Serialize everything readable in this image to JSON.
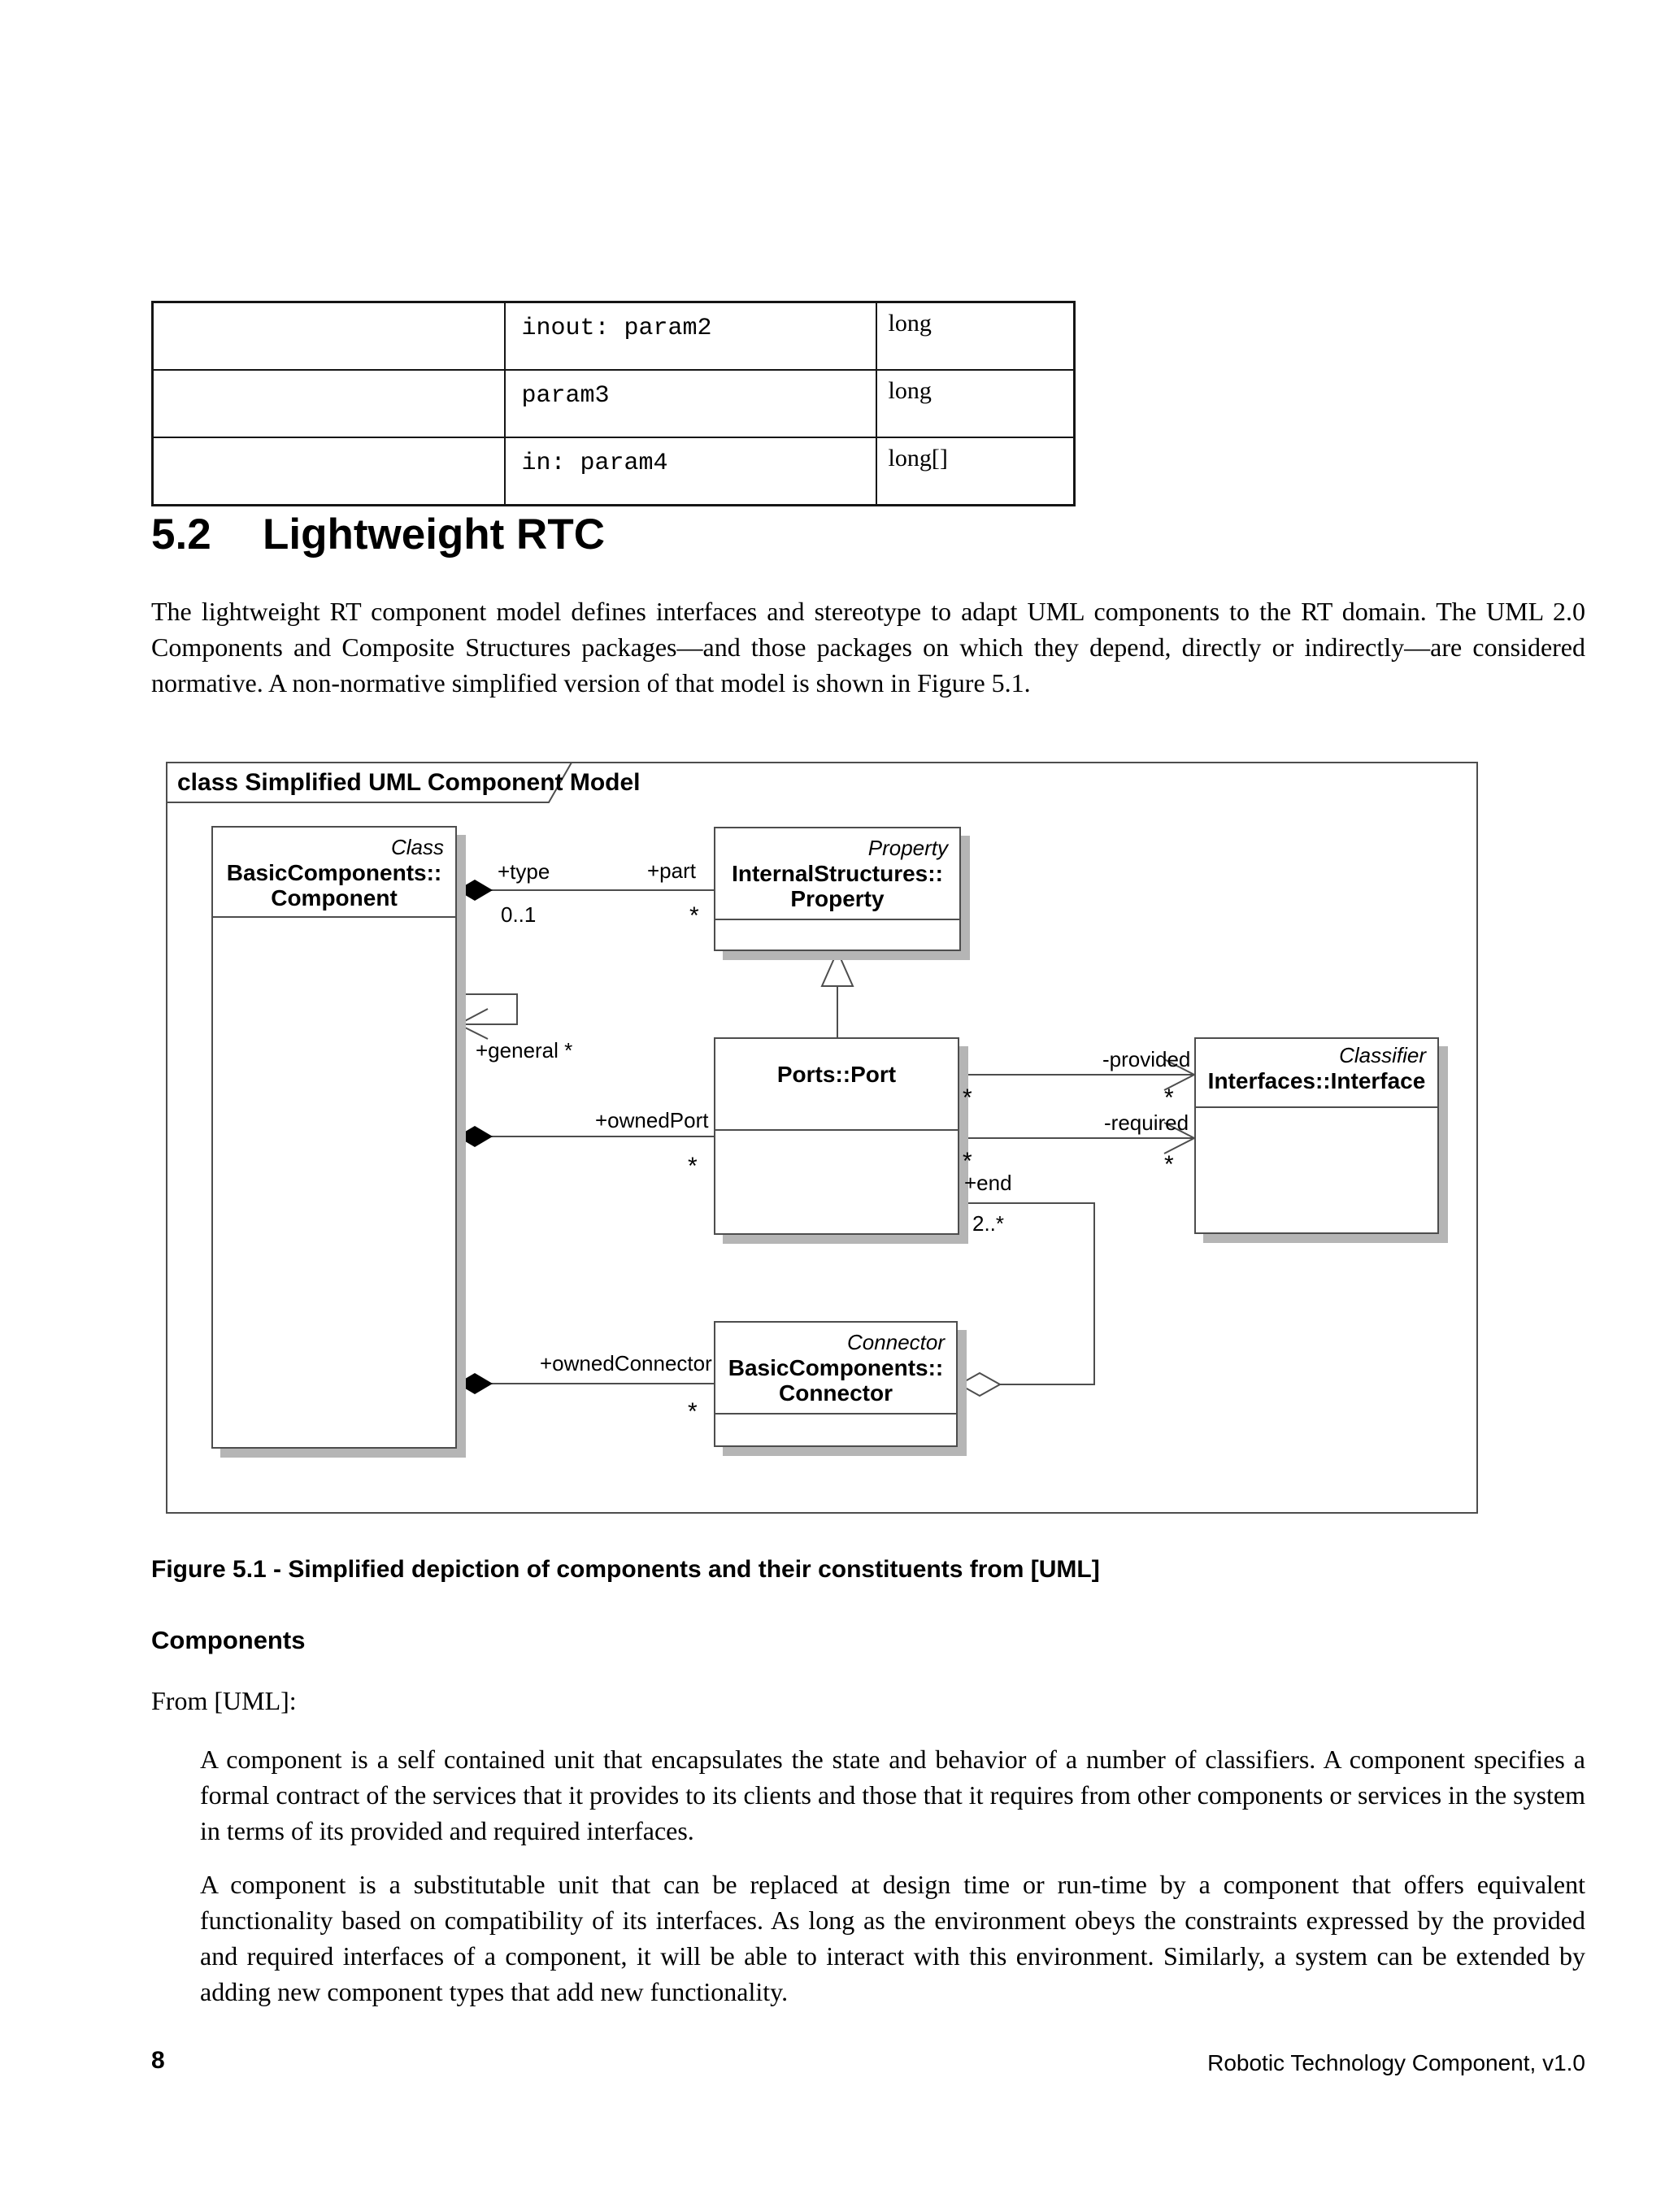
{
  "doc_table": {
    "rows": [
      [
        "",
        "inout: param2",
        "long"
      ],
      [
        "",
        "param3",
        "long"
      ],
      [
        "",
        "in: param4",
        "long[]"
      ]
    ]
  },
  "section": {
    "number": "5.2",
    "title": "Lightweight RTC",
    "paragraph": "The lightweight RT component model defines interfaces and stereotype to adapt UML components to the RT domain. The UML 2.0 Components and Composite Structures packages—and those packages on which they depend, directly or indirectly—are considered normative. A non-normative simplified version of that model is shown in Figure 5.1."
  },
  "figure": {
    "frame_label": "class Simplified UML Component Model",
    "caption": "Figure 5.1 - Simplified depiction of components and their constituents from [UML]",
    "classes": [
      {
        "stereotype": "Class",
        "name_line1": "BasicComponents::",
        "name_line2": "Component"
      },
      {
        "stereotype": "Property",
        "name_line1": "InternalStructures::",
        "name_line2": "Property"
      },
      {
        "name": "Ports::Port"
      },
      {
        "stereotype": "Classifier",
        "name": "Interfaces::Interface"
      },
      {
        "stereotype": "Connector",
        "name_line1": "BasicComponents::",
        "name_line2": "Connector"
      }
    ],
    "labels": {
      "type_role": "+type",
      "type_mult": "0..1",
      "part_role": "+part",
      "part_mult": "*",
      "general_role": "+general *",
      "ownedport_role": "+ownedPort",
      "ownedport_mult": "*",
      "provided_role": "-provided",
      "provided_mult_port": "*",
      "provided_mult_iface": "*",
      "required_role": "-required",
      "required_mult_port": "*",
      "required_mult_iface": "*",
      "end_role": "+end",
      "end_mult": "2..*",
      "ownedconnector_role": "+ownedConnector",
      "ownedconnector_mult": "*"
    }
  },
  "components_section": {
    "heading": "Components",
    "intro": "From [UML]:",
    "quote1": "A component is a self contained unit that encapsulates the state and behavior of a number of classifiers. A component specifies a formal contract of the services that it provides to its clients and those that it requires from other components or services in the system in terms of its provided and required interfaces.",
    "quote2": "A component is a substitutable unit that can be replaced at design time or run-time by a component that offers equivalent functionality based on compatibility of its interfaces. As long as the environment obeys the constraints expressed by the provided and required interfaces of a component, it will be able to interact with this environment. Similarly, a system can be extended by adding new component types that add new functionality."
  },
  "footer": {
    "page_number": "8",
    "right_text": "Robotic Technology Component, v1.0"
  }
}
